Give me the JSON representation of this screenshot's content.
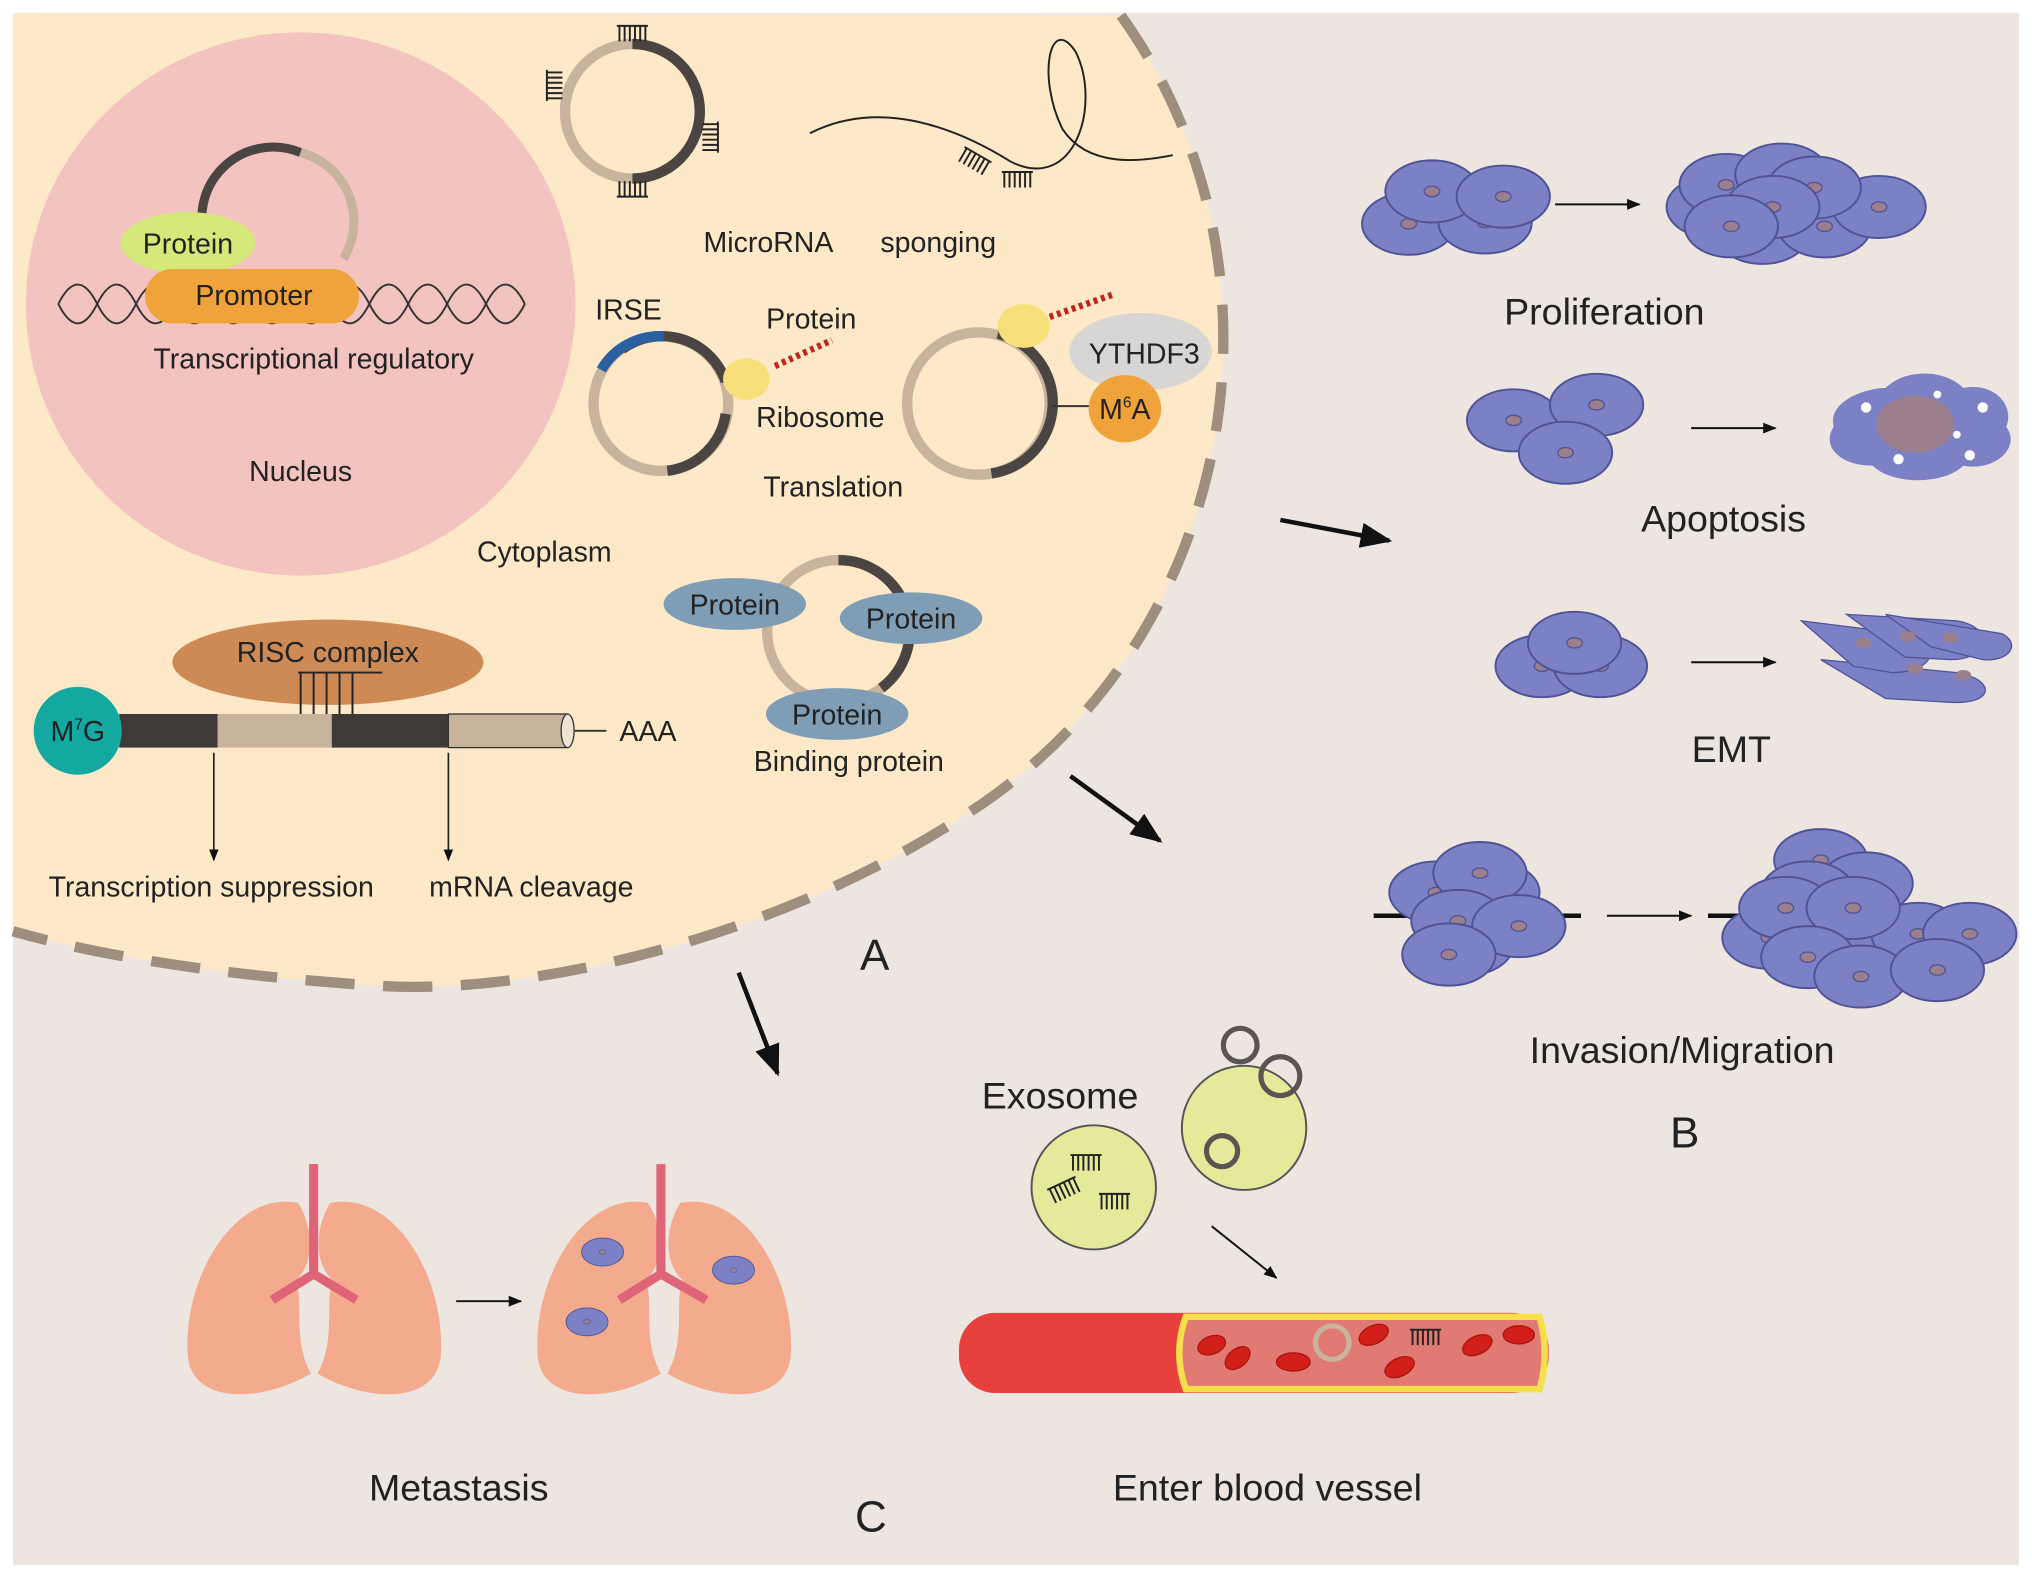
{
  "panel_a": {
    "letter": "A",
    "nucleus": "Nucleus",
    "cytoplasm": "Cytoplasm",
    "transcription": {
      "protein": "Protein",
      "promoter": "Promoter",
      "caption": "Transcriptional regulatory"
    },
    "sponging": {
      "microrna": "MicroRNA",
      "sponging": "sponging"
    },
    "translation": {
      "irse": "IRSE",
      "protein": "Protein",
      "ribosome": "Ribosome",
      "caption": "Translation",
      "ythdf3": "YTHDF3",
      "m6a_base": "M",
      "m6a_sup": "6",
      "m6a_end": "A"
    },
    "binding": {
      "protein1": "Protein",
      "protein2": "Protein",
      "protein3": "Protein",
      "caption": "Binding protein"
    },
    "risc": {
      "complex": "RISC complex",
      "m7g_base": "M",
      "m7g_sup": "7",
      "m7g_end": "G",
      "polya": "AAA",
      "suppression": "Transcription suppression",
      "cleavage": "mRNA cleavage"
    }
  },
  "panel_b": {
    "letter": "B",
    "proliferation": "Proliferation",
    "apoptosis": "Apoptosis",
    "emt": "EMT",
    "invasion": "Invasion/Migration"
  },
  "panel_c": {
    "letter": "C",
    "metastasis": "Metastasis",
    "exosome": "Exosome",
    "blood_vessel": "Enter blood vessel"
  },
  "colors": {
    "background": "#ede5e0",
    "cytoplasm": "#fde8c8",
    "nucleus": "#f3c3bf",
    "cell": "#7c80c4",
    "protein_blue": "#7f9db5",
    "promoter": "#f0a33a",
    "protein_green": "#d4e97a",
    "m7g": "#13a8a0",
    "risc": "#cd8a55",
    "vessel": "#e8403c"
  }
}
